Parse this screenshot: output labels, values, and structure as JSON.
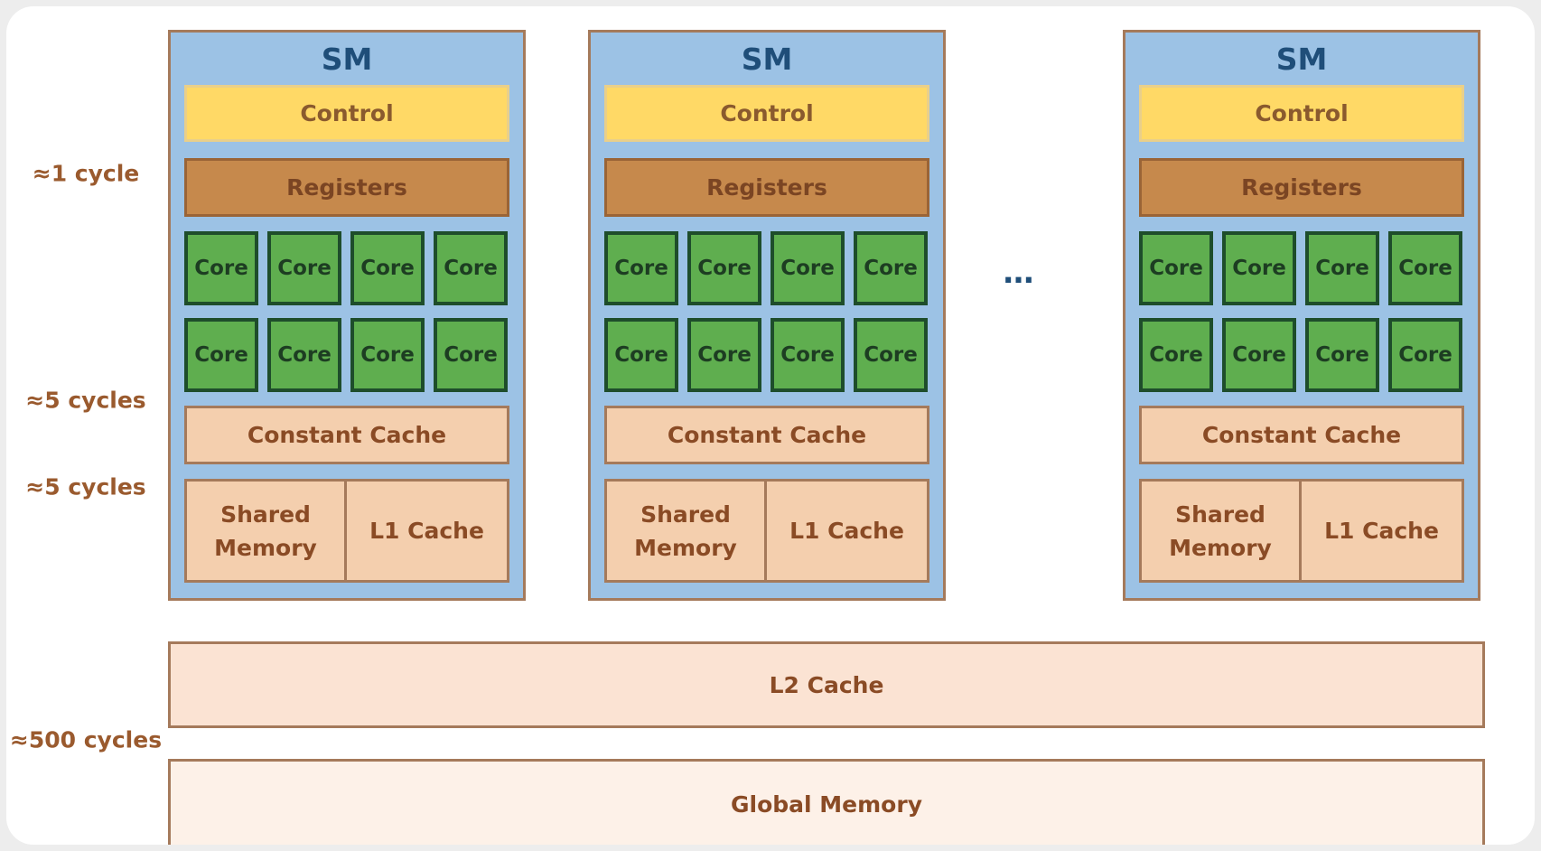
{
  "latency_labels": {
    "registers": "≈1 cycle",
    "constant_cache": "≈5 cycles",
    "shared_l1": "≈5 cycles",
    "global": "≈500 cycles"
  },
  "sms": [
    {
      "title": "SM",
      "control": "Control",
      "registers": "Registers",
      "cores": [
        "Core",
        "Core",
        "Core",
        "Core",
        "Core",
        "Core",
        "Core",
        "Core"
      ],
      "constant_cache": "Constant Cache",
      "shared_memory_line1": "Shared",
      "shared_memory_line2": "Memory",
      "l1_cache": "L1 Cache"
    },
    {
      "title": "SM",
      "control": "Control",
      "registers": "Registers",
      "cores": [
        "Core",
        "Core",
        "Core",
        "Core",
        "Core",
        "Core",
        "Core",
        "Core"
      ],
      "constant_cache": "Constant Cache",
      "shared_memory_line1": "Shared",
      "shared_memory_line2": "Memory",
      "l1_cache": "L1 Cache"
    },
    {
      "title": "SM",
      "control": "Control",
      "registers": "Registers",
      "cores": [
        "Core",
        "Core",
        "Core",
        "Core",
        "Core",
        "Core",
        "Core",
        "Core"
      ],
      "constant_cache": "Constant Cache",
      "shared_memory_line1": "Shared",
      "shared_memory_line2": "Memory",
      "l1_cache": "L1 Cache"
    }
  ],
  "ellipsis": "…",
  "l2_cache": "L2 Cache",
  "global_memory": "Global Memory",
  "colors": {
    "sm_fill": "#9cc2e5",
    "control_fill": "#ffd966",
    "registers_fill": "#c6894c",
    "core_fill": "#5fae4f",
    "cache_fill": "#f4cfae",
    "l2_fill": "#fbe3d3",
    "global_fill": "#fdf1e8",
    "title_color": "#1f4e79",
    "label_color": "#9a5a2e"
  }
}
